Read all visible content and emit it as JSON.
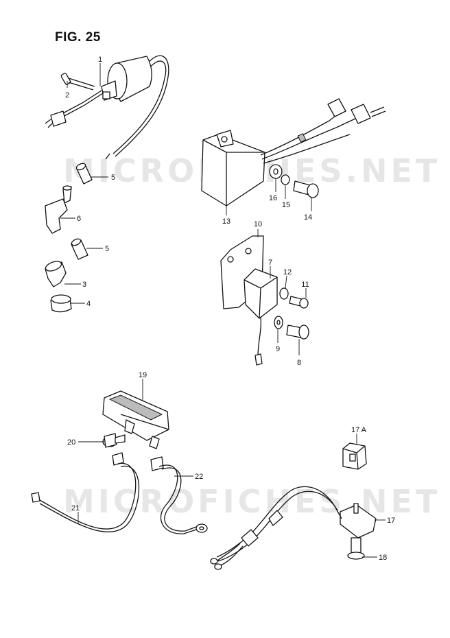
{
  "figure": {
    "title": "FIG. 25",
    "watermark": "MICROFICHES.NET"
  },
  "callouts": {
    "c1": "1",
    "c2": "2",
    "c3": "3",
    "c4": "4",
    "c5a": "5",
    "c5b": "5",
    "c6": "6",
    "c7": "7",
    "c8": "8",
    "c9": "9",
    "c10": "10",
    "c11": "11",
    "c12": "12",
    "c13": "13",
    "c14": "14",
    "c15": "15",
    "c16": "16",
    "c17": "17",
    "c17a": "17 A",
    "c18": "18",
    "c19": "19",
    "c20": "20",
    "c21": "21",
    "c22": "22"
  }
}
